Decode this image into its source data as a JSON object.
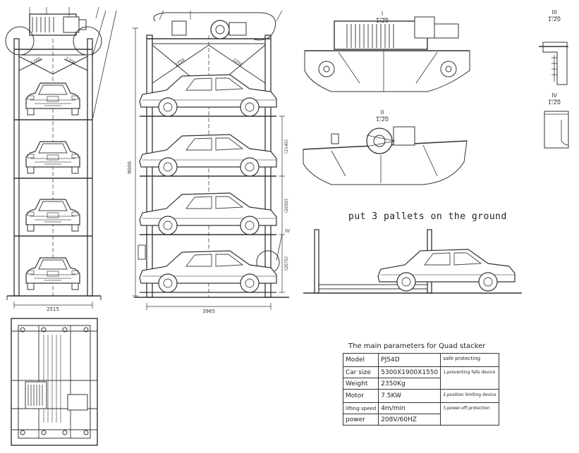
{
  "dimensions": {
    "front_width": "2515",
    "side_length": "3965",
    "total_height": "9000",
    "level_height_1": "(2145)",
    "level_height_2": "(2050)",
    "level_height_3": "(2075)",
    "beam_left": "1700",
    "beam_right": "1700",
    "beam_side_left": "2250",
    "beam_side_right": "2250"
  },
  "detail_labels": {
    "detail_1_num": "I",
    "detail_1_scale": "1:20",
    "detail_2_num": "II",
    "detail_2_scale": "1:20",
    "detail_3_num": "III",
    "detail_3_scale": "1:20",
    "detail_4_num": "IV",
    "detail_4_scale": "1:20",
    "marker_iv": "IV"
  },
  "note": "put 3 pallets on the ground",
  "params": {
    "title": "The main parameters for Quad stacker",
    "rows": [
      {
        "label": "Model",
        "value": "PJS4D"
      },
      {
        "label": "Car size",
        "value": "5300X1900X1550"
      },
      {
        "label": "Weight",
        "value": "2350Kg"
      },
      {
        "label": "Motor",
        "value": "7.5KW"
      },
      {
        "label": "lifting speed",
        "value": "4m/min"
      },
      {
        "label": "power",
        "value": "208V/60HZ"
      }
    ],
    "safety_header": "safe protecting",
    "safety_items": [
      "1.preventing falls device",
      "2.position limiting device",
      "3.power-off protection"
    ]
  }
}
